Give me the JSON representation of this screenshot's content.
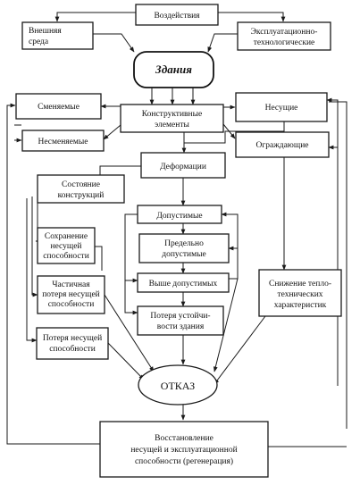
{
  "nodes": {
    "vozdeystviya": "Воздействия",
    "vneshnyaya_sreda": [
      "Внешняя",
      "среда"
    ],
    "ekspluatatsionno": [
      "Эксплуатационно-",
      "технологические"
    ],
    "zdaniya": "Здания",
    "smenyaemye": "Сменяемые",
    "nesmenyaemye": "Несменяемые",
    "konstruktivnye": [
      "Конструктивные",
      "элементы"
    ],
    "nesushchie": "Несущие",
    "ograzhdayushchie": "Ограждающие",
    "deformatsii": "Деформации",
    "sostoyanie": [
      "Состояние",
      "конструкций"
    ],
    "dopustimye": "Допустимые",
    "sokhranenie": [
      "Сохранение",
      "несущей",
      "способности"
    ],
    "predelno": [
      "Предельно",
      "допустимые"
    ],
    "chastichnaya": [
      "Частичная",
      "потеря несущей",
      "способности"
    ],
    "vyshe": "Выше допустимых",
    "snizhenie": [
      "Снижение тепло-",
      "технических",
      "характеристик"
    ],
    "poterya_ustoych": [
      "Потеря устойчи-",
      "вости здания"
    ],
    "poterya_nesushchey": [
      "Потеря несущей",
      "способности"
    ],
    "otkaz": "ОТКАЗ",
    "vosstanovlenie": [
      "Восстановление",
      "несущей и эксплуатационной",
      "способности (регенерация)"
    ]
  }
}
